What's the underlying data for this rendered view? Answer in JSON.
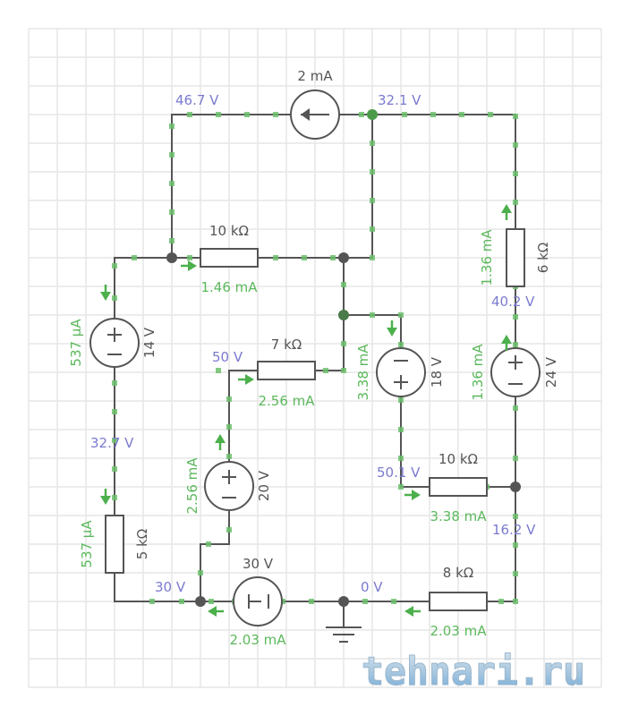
{
  "colors": {
    "wire": "#555555",
    "grid": "#e6e6e6",
    "node": "#555555",
    "current_dot": "#6cc06c",
    "current_arrow": "#4cb04c",
    "voltage_label": "#7a7ad0",
    "current_label": "#5cb85c",
    "component_label": "#555555"
  },
  "components": [
    {
      "id": "isrc_top",
      "type": "current-source",
      "value": "2 mA",
      "direction": "left"
    },
    {
      "id": "r_10k_top",
      "type": "resistor",
      "value": "10 kΩ",
      "current": "1.46 mA",
      "current_dir": "right"
    },
    {
      "id": "vs_14v",
      "type": "voltage-source",
      "value": "14 V",
      "current": "537 μA",
      "current_dir": "down",
      "polarity": "plus-top"
    },
    {
      "id": "r_5k",
      "type": "resistor",
      "value": "5 kΩ",
      "current": "537 μA",
      "current_dir": "down"
    },
    {
      "id": "r_7k",
      "type": "resistor",
      "value": "7 kΩ",
      "current": "2.56 mA",
      "current_dir": "right"
    },
    {
      "id": "vs_20v",
      "type": "voltage-source",
      "value": "20 V",
      "current": "2.56 mA",
      "current_dir": "up",
      "polarity": "plus-top"
    },
    {
      "id": "vs_18v",
      "type": "voltage-source",
      "value": "18 V",
      "current": "3.38 mA",
      "current_dir": "down",
      "polarity": "minus-top"
    },
    {
      "id": "r_10k_mid",
      "type": "resistor",
      "value": "10 kΩ",
      "current": "3.38 mA",
      "current_dir": "right"
    },
    {
      "id": "r_6k",
      "type": "resistor",
      "value": "6 kΩ",
      "current": "1.36 mA",
      "current_dir": "up"
    },
    {
      "id": "vs_24v",
      "type": "voltage-source",
      "value": "24 V",
      "current": "1.36 mA",
      "current_dir": "up",
      "polarity": "plus-top"
    },
    {
      "id": "vs_30v",
      "type": "voltage-source",
      "value": "30 V",
      "current": "2.03 mA",
      "current_dir": "left",
      "polarity": "plus-left"
    },
    {
      "id": "r_8k",
      "type": "resistor",
      "value": "8 kΩ",
      "current": "2.03 mA",
      "current_dir": "left"
    },
    {
      "id": "ground",
      "type": "ground",
      "value": ""
    }
  ],
  "node_voltages": {
    "top_left": "46.7 V",
    "top_right": "32.1 V",
    "r6k_bottom": "40.2 V",
    "left_mid": "32.7 V",
    "r7k_left": "50 V",
    "r10k_mid_left": "50.1 V",
    "right_low": "16.2 V",
    "bottom_left": "30 V",
    "ground_node": "0 V"
  },
  "watermark": "tehnari.ru"
}
